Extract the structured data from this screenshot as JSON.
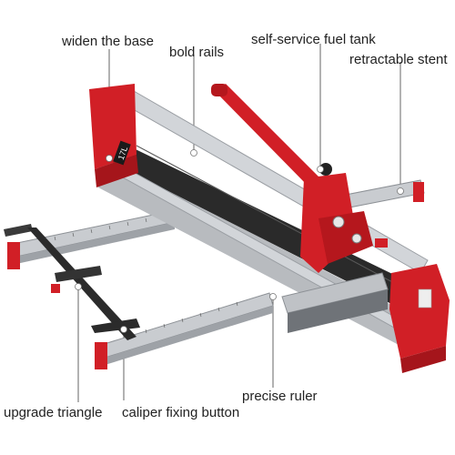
{
  "labels": {
    "widen_base": "widen the base",
    "bold_rails": "bold rails",
    "fuel_tank": "self-service fuel tank",
    "stent": "retractable stent",
    "triangle": "upgrade triangle",
    "caliper": "caliper fixing button",
    "ruler": "precise ruler"
  },
  "product": {
    "badge": "17L"
  },
  "colors": {
    "accent": "#d11f26",
    "rail": "#c9ccd0",
    "bed": "#2a2a2a"
  }
}
